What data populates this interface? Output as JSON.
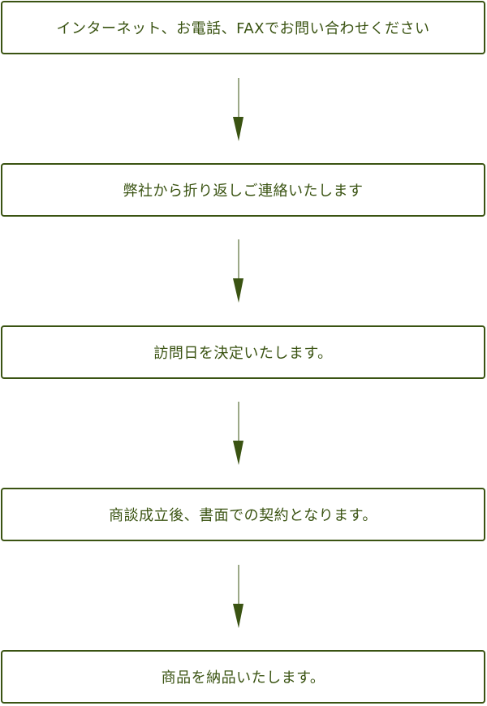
{
  "colors": {
    "accent": "#3a5312",
    "background": "#ffffff"
  },
  "steps": [
    {
      "label": "インターネット、お電話、FAXでお問い合わせください"
    },
    {
      "label": "弊社から折り返しご連絡いたします"
    },
    {
      "label": "訪問日を決定いたします。"
    },
    {
      "label": "商談成立後、書面での契約となります。"
    },
    {
      "label": "商品を納品いたします。"
    }
  ],
  "connectors": [
    {
      "icon": "down-arrow-icon"
    },
    {
      "icon": "down-arrow-icon"
    },
    {
      "icon": "down-arrow-icon"
    },
    {
      "icon": "down-arrow-icon"
    }
  ]
}
